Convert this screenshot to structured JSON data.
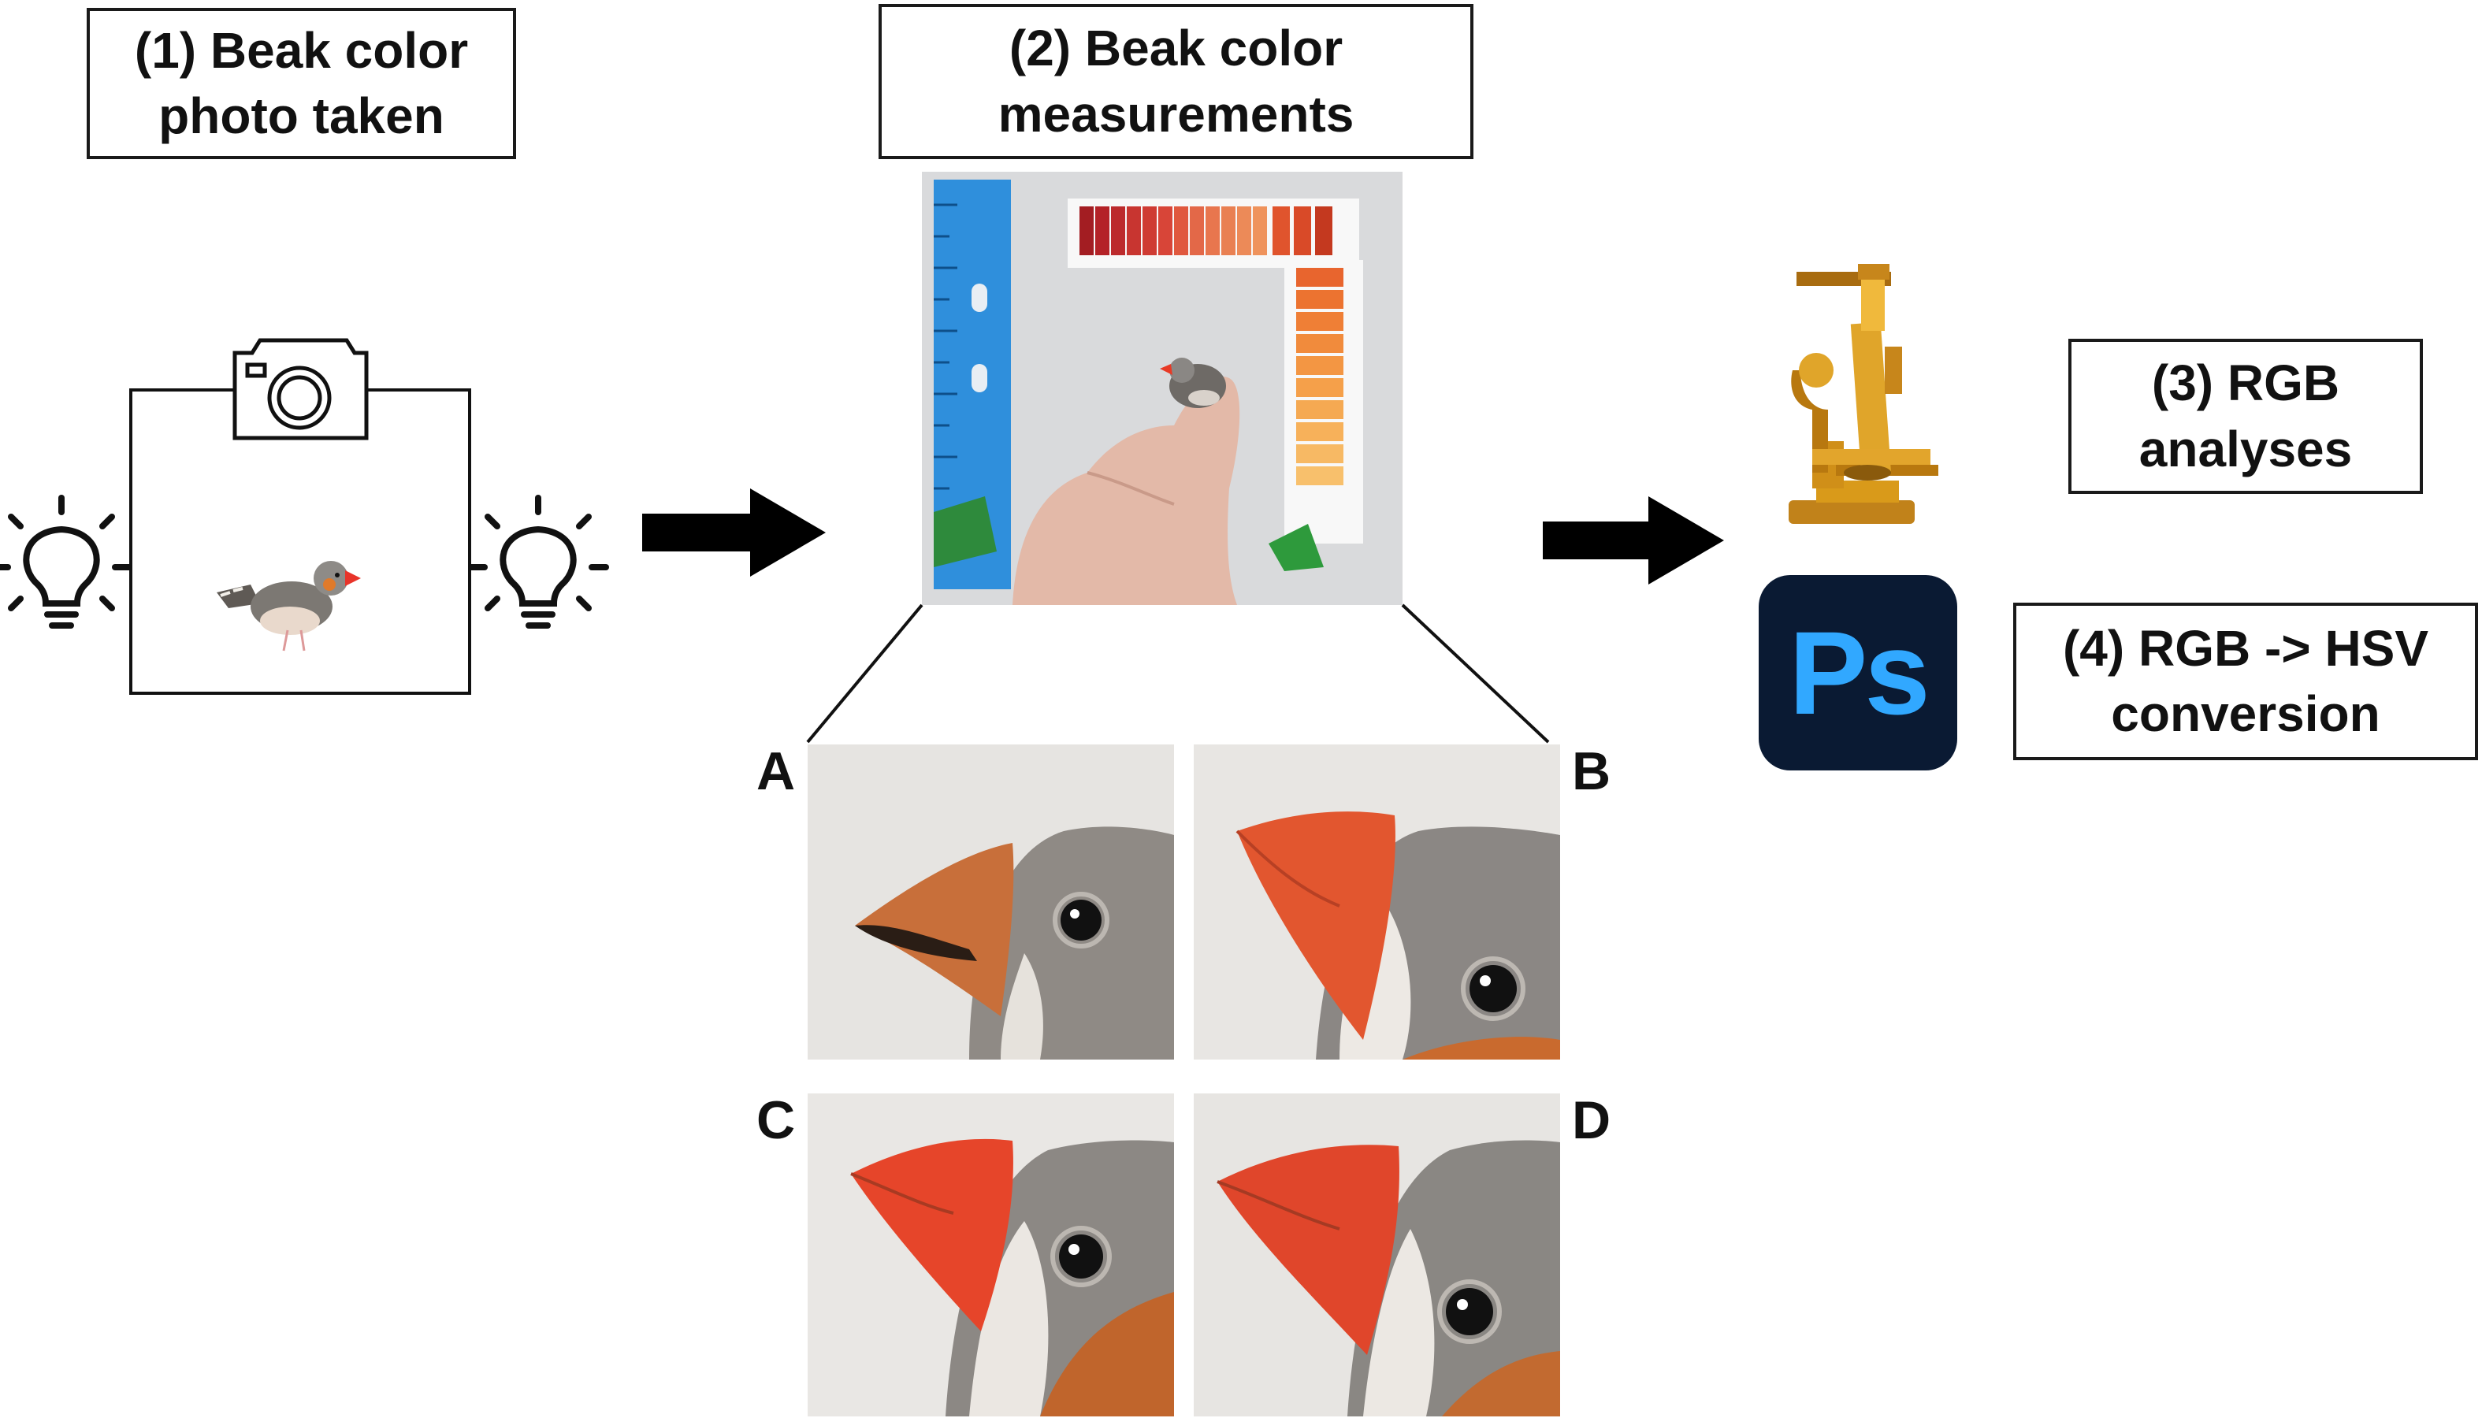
{
  "steps": {
    "step1": {
      "line1": "(1) Beak color",
      "line2": "photo taken"
    },
    "step2": {
      "line1": "(2) Beak color",
      "line2": "measurements"
    },
    "step3": {
      "line1": "(3) RGB",
      "line2": "analyses"
    },
    "step4": {
      "line1": "(4) RGB -> HSV",
      "line2": "conversion"
    }
  },
  "panels": {
    "a": "A",
    "b": "B",
    "c": "C",
    "d": "D"
  },
  "software": {
    "photoshop_label": "Ps"
  },
  "colors": {
    "box_border": "#1a1a1a",
    "arrow": "#000000",
    "ruler_blue": "#2f8fdc",
    "ps_bg": "#0a1a33",
    "ps_text": "#31a8ff",
    "microscope_gold": "#d99a1a",
    "beak_orange": "#e8472a",
    "feather_gray": "#8d8a86"
  },
  "icons": [
    "light-bulb-icon",
    "camera-icon",
    "zebra-finch-icon",
    "microscope-icon",
    "photoshop-icon",
    "right-arrow-icon"
  ]
}
